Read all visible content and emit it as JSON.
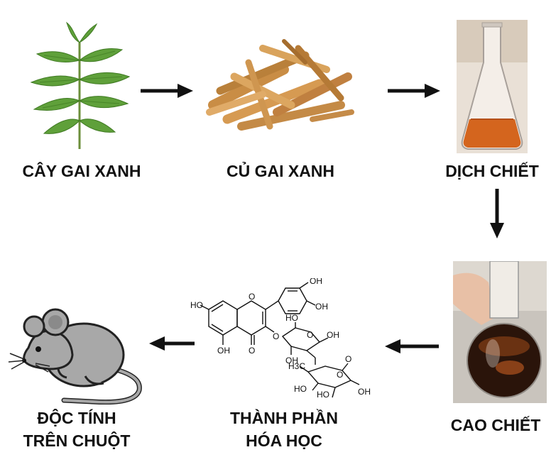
{
  "steps": {
    "plant": {
      "label": "CÂY GAI XANH",
      "icon": "plant-icon"
    },
    "roots": {
      "label": "CỦ GAI XANH",
      "icon": "dried-roots-icon"
    },
    "extract_liquid": {
      "label": "DỊCH CHIẾT",
      "icon": "flask-icon"
    },
    "extract_paste": {
      "label": "CAO CHIẾT",
      "icon": "round-flask-icon"
    },
    "chemistry": {
      "label_line1": "THÀNH PHẦN",
      "label_line2": "HÓA HỌC",
      "icon": "flavonoid-glycoside-structure"
    },
    "toxicity": {
      "label_line1": "ĐỘC TÍNH",
      "label_line2": "TRÊN CHUỘT",
      "icon": "mouse-icon"
    }
  },
  "molecule_labels": {
    "ho_a": "HO",
    "oh_b": "OH",
    "oh_c": "OH",
    "o_ring": "O",
    "oh_d": "OH",
    "o_carbonyl": "O",
    "o_link": "O",
    "o_sugar1": "O",
    "oh_e": "OH",
    "ho_f": "HO",
    "oh_g": "OH",
    "o_link2": "O",
    "h3c": "H3C",
    "o_sugar2": "O",
    "ho_h": "HO",
    "ho_i": "HO",
    "oh_j": "OH"
  },
  "colors": {
    "arrow": "#111111",
    "label": "#111111"
  }
}
